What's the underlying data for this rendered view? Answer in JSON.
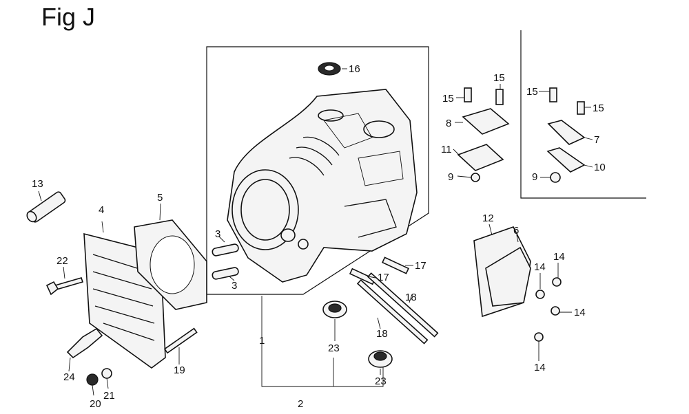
{
  "title": "Fig J",
  "callouts": {
    "c1": "1",
    "c2": "2",
    "c3a": "3",
    "c3b": "3",
    "c4": "4",
    "c5": "5",
    "c6": "6",
    "c7": "7",
    "c8": "8",
    "c9a": "9",
    "c9b": "9",
    "c10": "10",
    "c11": "11",
    "c12": "12",
    "c13": "13",
    "c14a": "14",
    "c14b": "14",
    "c14c": "14",
    "c14d": "14",
    "c15a": "15",
    "c15b": "15",
    "c15c": "15",
    "c15d": "15",
    "c16": "16",
    "c17a": "17",
    "c17b": "17",
    "c18a": "18",
    "c18b": "18",
    "c19": "19",
    "c20": "20",
    "c21": "21",
    "c22": "22",
    "c23a": "23",
    "c23b": "23",
    "c24": "24"
  }
}
